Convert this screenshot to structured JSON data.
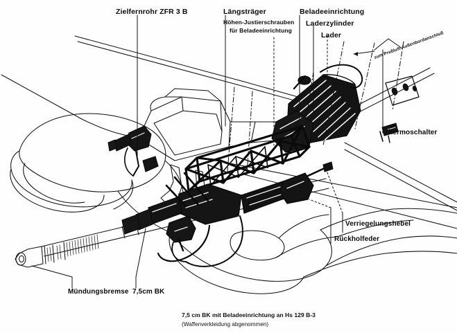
{
  "figure": {
    "kind": "technical-cutaway-diagram",
    "subject": "7,5 cm BK cannon with loading mechanism on Hs 129 B-3",
    "line_color": "#101010",
    "background_color": "#fefefe"
  },
  "labels": {
    "sight": "Zielfernrohr ZFR 3 B",
    "longeron": "Längsträger",
    "adjust_screws_l1": "Höhen-Justierschrauben",
    "adjust_screws_l2": "für Beladeeinrichtung",
    "loading_device": "Beladeeinrichtung",
    "loader_cylinder": "Laderzylinder",
    "loader": "Lader",
    "air_connection": "zum Preßluft-Außenbordanschluß",
    "thermo_switch": "Thermoschalter",
    "locking_lever": "Verriegelungshebel",
    "return_spring": "Rückholfeder",
    "muzzle_brake": "Mündungsbremse",
    "cannon": "7,5cm BK"
  },
  "caption": {
    "line1": "7,5 cm BK mit Beladeeinrichtung an Hs 129 B-3",
    "line2": "(Waffenverkleidung abgenommen)"
  }
}
